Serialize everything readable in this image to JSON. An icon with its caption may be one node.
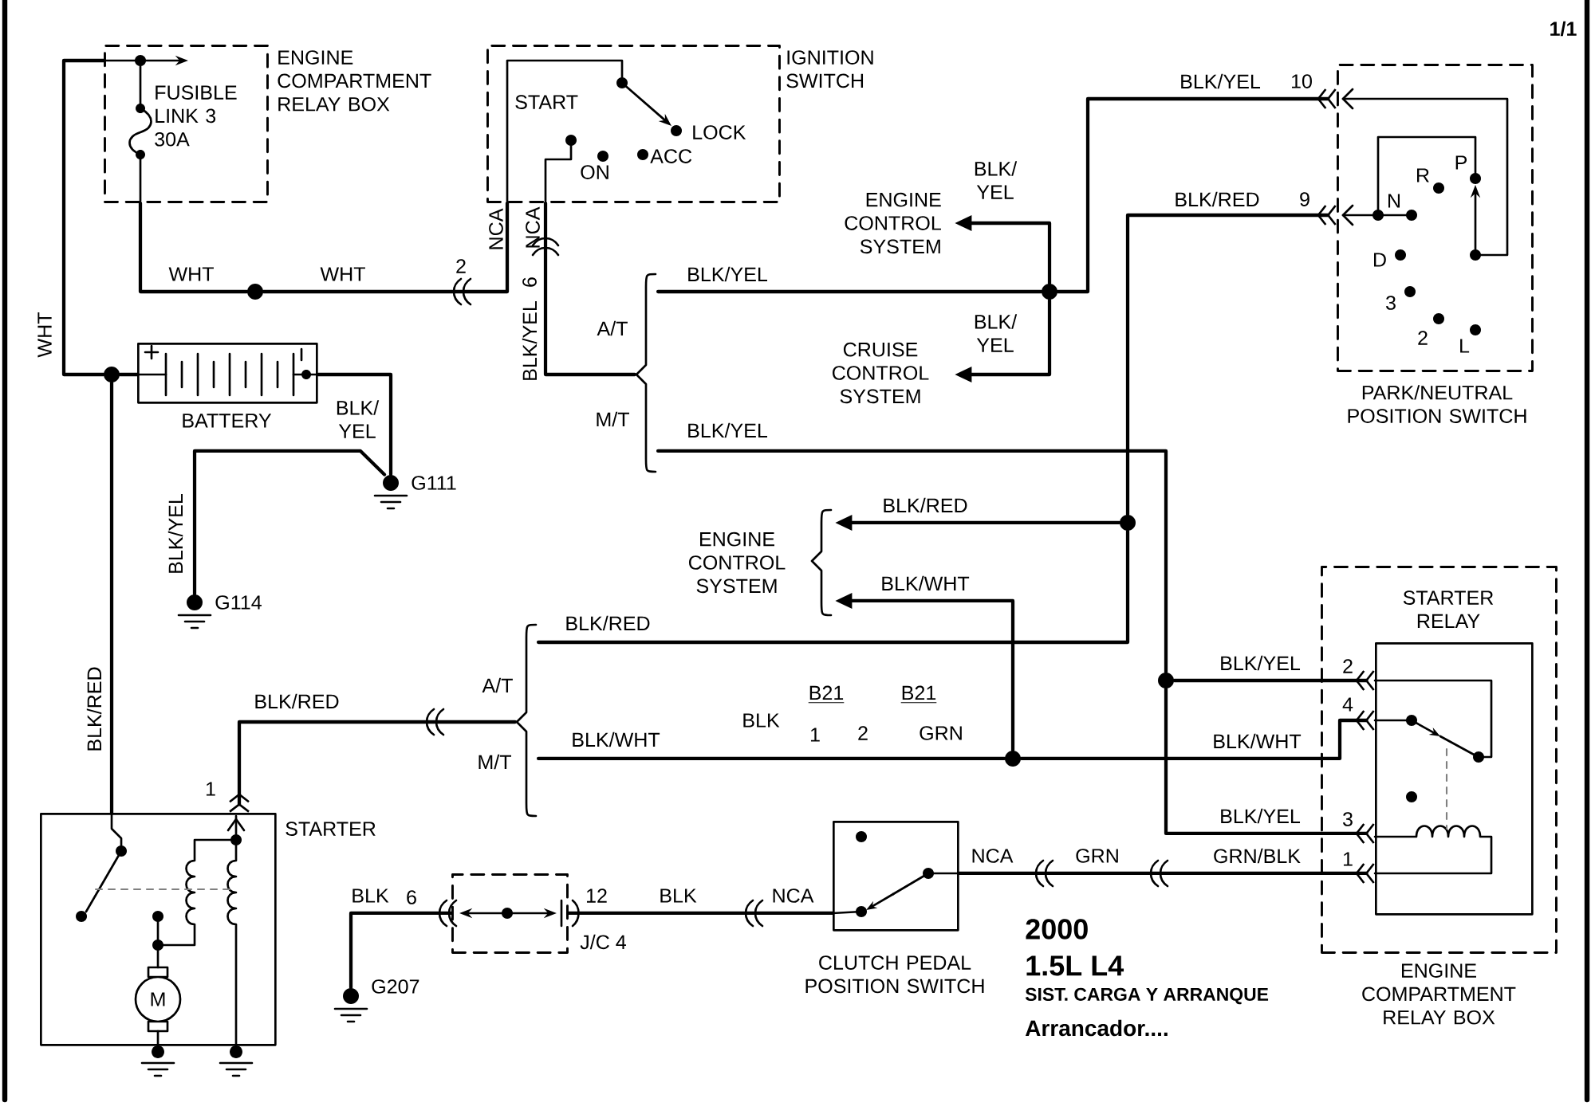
{
  "diagram": {
    "nodes": [
      {
        "text": [
          "ENGINE COMPARTMENT RELAY BOX",
          "FUSIBLE LINK 3 30A"
        ]
      },
      {
        "text": [
          "IGNITION SWITCH",
          "START",
          "LOCK",
          "ACC",
          "ON"
        ]
      },
      {
        "text": [
          "BATTERY"
        ]
      },
      {
        "text": [
          "G111"
        ]
      },
      {
        "text": [
          "G114"
        ]
      },
      {
        "text": [
          "ENGINE CONTROL SYSTEM"
        ]
      },
      {
        "text": [
          "CRUISE CONTROL SYSTEM"
        ]
      },
      {
        "text": [
          "P",
          "R",
          "N",
          "D",
          "3",
          "2",
          "L",
          "PARK/NEUTRAL POSITION SWITCH"
        ]
      },
      {
        "text": [
          "ENGINE CONTROL SYSTEM"
        ]
      },
      {
        "text": [
          "STARTER",
          "M"
        ],
        "beside": [
          "1"
        ]
      },
      {
        "text": [
          "ENGINE COMPARTMENT RELAY BOX"
        ]
      },
      {
        "text": [
          "STARTER RELAY"
        ],
        "in": 10
      },
      {
        "text": [
          "J/C 4"
        ]
      },
      {
        "text": [
          "G207"
        ]
      },
      {
        "text": [
          "CLUTCH PEDAL POSITION SWITCH"
        ]
      },
      {
        "text": [],
        "shape": "circle"
      },
      {
        "text": [
          "A/T",
          "M/T"
        ]
      },
      {
        "text": [],
        "shape": "circle"
      },
      {
        "text": [
          "A/T",
          "M/T"
        ]
      },
      {
        "text": [],
        "shape": "circle"
      },
      {
        "text": [],
        "shape": "circle"
      },
      {
        "text": [],
        "shape": "circle"
      },
      {
        "text": [],
        "shape": "circle"
      }
    ],
    "edges": [
      {
        "from": 0,
        "to": 15,
        "arrow": "none",
        "label": "WHT"
      },
      {
        "from": 15,
        "to": 2,
        "arrow": "none"
      },
      {
        "from": 15,
        "to": 9,
        "arrow": "none",
        "label": "BLK/RED"
      },
      {
        "from": 0,
        "to": 22,
        "arrow": "none",
        "label": "WHT"
      },
      {
        "from": 22,
        "to": 1,
        "arrow": "none",
        "label": "WHT"
      },
      {
        "from": 2,
        "to": 3,
        "arrow": "none",
        "label": "BLK/ YEL"
      },
      {
        "from": 3,
        "to": 4,
        "arrow": "none",
        "label": "BLK/YEL"
      },
      {
        "from": 1,
        "to": 16,
        "arrow": "none",
        "label": "BLK/YEL"
      },
      {
        "from": 16,
        "to": 17,
        "arrow": "none",
        "label": "BLK/YEL"
      },
      {
        "from": 17,
        "to": 5,
        "arrow": "to",
        "label": "BLK/ YEL"
      },
      {
        "from": 17,
        "to": 6,
        "arrow": "to",
        "label": "BLK/ YEL"
      },
      {
        "from": 17,
        "to": 7,
        "arrow": "other",
        "label": "BLK/YEL"
      },
      {
        "from": 16,
        "to": 20,
        "arrow": "none",
        "label": "BLK/YEL"
      },
      {
        "from": 20,
        "to": 11,
        "arrow": "other",
        "label": "BLK/YEL"
      },
      {
        "from": 20,
        "to": 11,
        "arrow": "other",
        "label": "BLK/YEL"
      },
      {
        "from": 19,
        "to": 7,
        "arrow": "other",
        "label": "BLK/RED"
      },
      {
        "from": 19,
        "to": 8,
        "arrow": "to",
        "label": "BLK/RED"
      },
      {
        "from": 19,
        "to": 18,
        "arrow": "none",
        "label": "BLK/RED"
      },
      {
        "from": 18,
        "to": 9,
        "arrow": "other",
        "label": "BLK/RED"
      },
      {
        "from": 21,
        "to": 11,
        "arrow": "other",
        "label": "BLK/WHT"
      },
      {
        "from": 21,
        "to": 8,
        "arrow": "to",
        "label": "BLK/WHT"
      },
      {
        "from": 21,
        "to": 18,
        "arrow": "none",
        "label": "BLK/WHT"
      },
      {
        "from": 13,
        "to": 12,
        "arrow": "none",
        "label": "BLK"
      },
      {
        "from": 12,
        "to": 14,
        "arrow": "none",
        "label": "BLK"
      },
      {
        "from": 14,
        "to": 11,
        "arrow": "other",
        "label": "GRN/BLK"
      }
    ],
    "labels": [
      "1/1",
      "10",
      "9",
      "NCA",
      "NCA",
      "2",
      "6",
      "2",
      "B21",
      "B21",
      "4",
      "BLK",
      "1",
      "2",
      "GRN",
      "3",
      "NCA",
      "GRN",
      "1",
      "6",
      "12",
      "NCA",
      "2000",
      "1.5L L4",
      "SIST. CARGA Y ARRANQUE",
      "Arrancador...."
    ]
  }
}
